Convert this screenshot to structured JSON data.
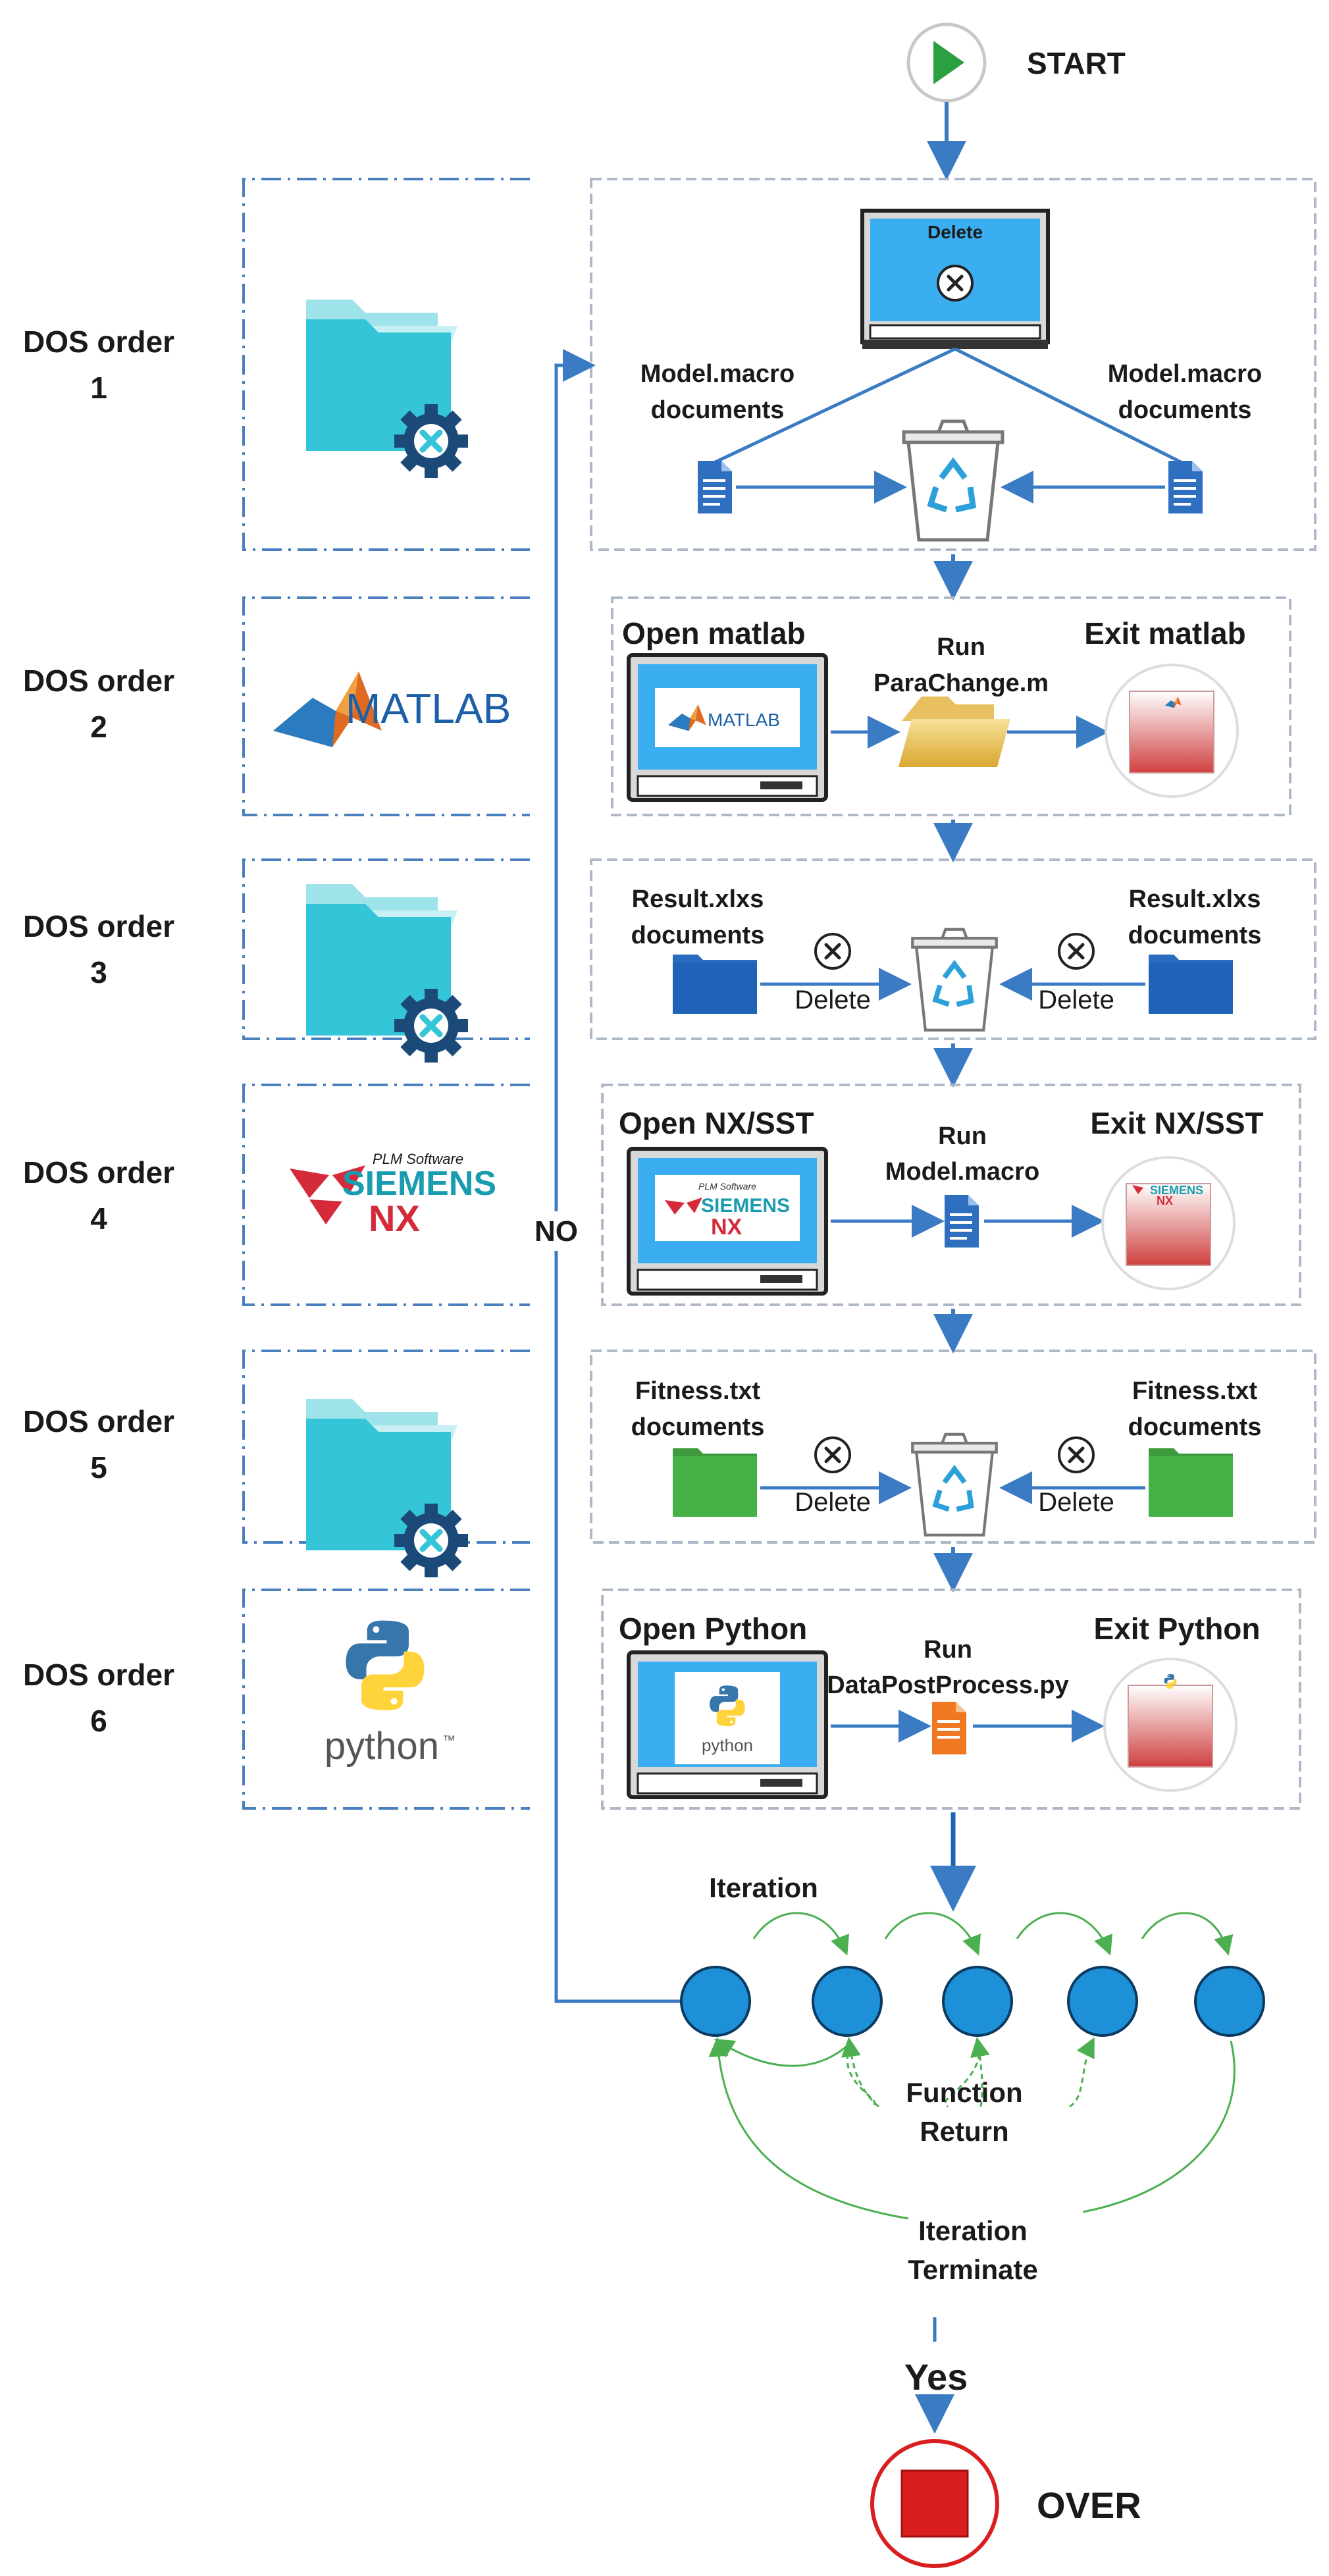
{
  "start": {
    "label": "START"
  },
  "over": {
    "label": "OVER"
  },
  "no_label": "NO",
  "yes_label": "Yes",
  "dos_orders": [
    {
      "line1": "DOS order",
      "line2": "1"
    },
    {
      "line1": "DOS order",
      "line2": "2"
    },
    {
      "line1": "DOS order",
      "line2": "3"
    },
    {
      "line1": "DOS order",
      "line2": "4"
    },
    {
      "line1": "DOS order",
      "line2": "5"
    },
    {
      "line1": "DOS order",
      "line2": "6"
    }
  ],
  "logos": {
    "matlab": "MATLAB",
    "siemens_small": "PLM Software",
    "siemens": "SIEMENS",
    "nx": "NX",
    "python": "python",
    "python_tm": "™"
  },
  "step1": {
    "screen_label": "Delete",
    "left_label_1": "Model.macro",
    "left_label_2": "documents",
    "right_label_1": "Model.macro",
    "right_label_2": "documents"
  },
  "step2": {
    "open": "Open matlab",
    "run_1": "Run",
    "run_2": "ParaChange.m",
    "exit": "Exit matlab"
  },
  "step3": {
    "left_label_1": "Result.xlxs",
    "left_label_2": "documents",
    "right_label_1": "Result.xlxs",
    "right_label_2": "documents",
    "delete_left": "Delete",
    "delete_right": "Delete"
  },
  "step4": {
    "open": "Open NX/SST",
    "run_1": "Run",
    "run_2": "Model.macro",
    "exit": "Exit NX/SST"
  },
  "step5": {
    "left_label_1": "Fitness.txt",
    "left_label_2": "documents",
    "right_label_1": "Fitness.txt",
    "right_label_2": "documents",
    "delete_left": "Delete",
    "delete_right": "Delete"
  },
  "step6": {
    "open": "Open Python",
    "run_1": "Run",
    "run_2": "DataPostProcess.py",
    "exit": "Exit Python"
  },
  "loop": {
    "iteration": "Iteration",
    "function_return_1": "Function",
    "function_return_2": "Return",
    "terminate_1": "Iteration",
    "terminate_2": "Terminate"
  },
  "colors": {
    "arrow_blue": "#3a7bc4",
    "border_blue": "#4a80c0",
    "node_blue": "#1e90d8",
    "green": "#4caf50",
    "folder_teal": "#35c5d8",
    "doc_blue": "#2f6fc0",
    "doc_green": "#45b045",
    "stop_red": "#d81e1e",
    "play_green": "#2aa040"
  }
}
